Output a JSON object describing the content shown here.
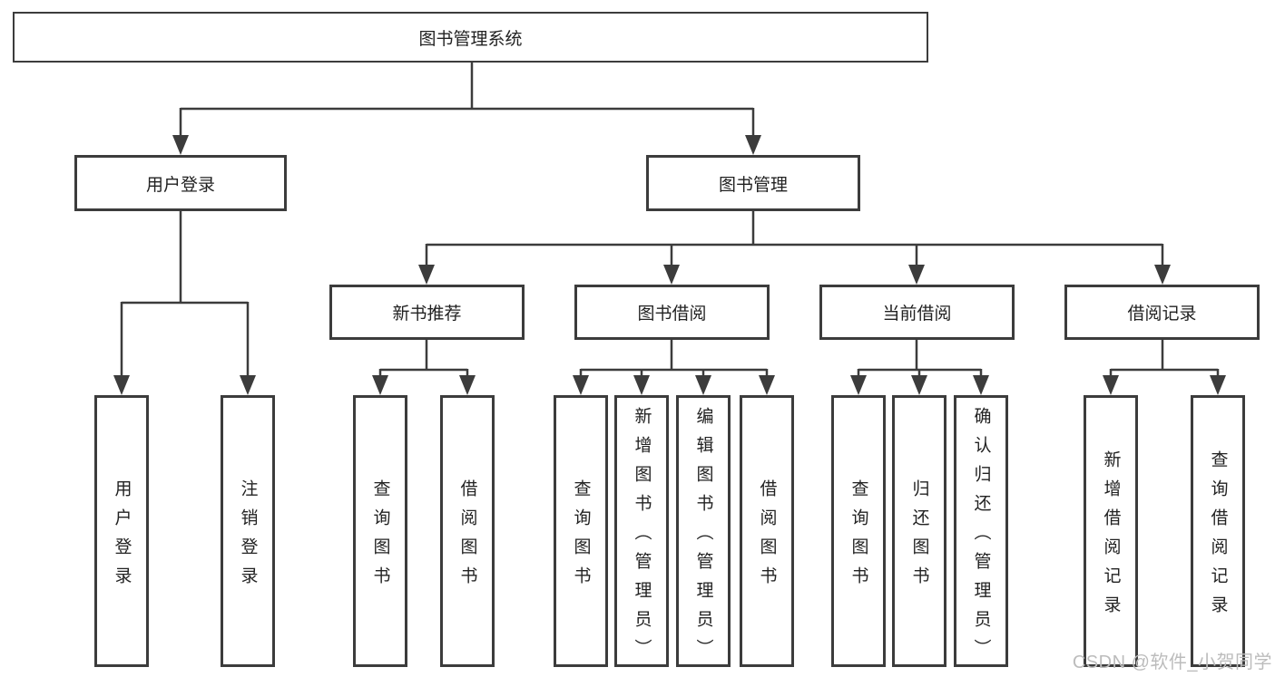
{
  "tree": {
    "root": {
      "label": "图书管理系统"
    },
    "level2": [
      {
        "id": "user-login",
        "label": "用户登录",
        "children": [
          {
            "label": "用户登录"
          },
          {
            "label": "注销登录"
          }
        ]
      },
      {
        "id": "book-management",
        "label": "图书管理",
        "children": [
          {
            "id": "new-book-recommend",
            "label": "新书推荐",
            "children": [
              {
                "label": "查询图书"
              },
              {
                "label": "借阅图书"
              }
            ]
          },
          {
            "id": "book-borrow",
            "label": "图书借阅",
            "children": [
              {
                "label": "查询图书"
              },
              {
                "label": "新增图书（管理员）"
              },
              {
                "label": "编辑图书（管理员）"
              },
              {
                "label": "借阅图书"
              }
            ]
          },
          {
            "id": "current-borrow",
            "label": "当前借阅",
            "children": [
              {
                "label": "查询图书"
              },
              {
                "label": "归还图书"
              },
              {
                "label": "确认归还（管理员）"
              }
            ]
          },
          {
            "id": "borrow-records",
            "label": "借阅记录",
            "children": [
              {
                "label": "新增借阅记录"
              },
              {
                "label": "查询借阅记录"
              }
            ]
          }
        ]
      }
    ]
  },
  "watermark": "CSDN @软件_小贺同学",
  "colors": {
    "line": "#3c3c3c",
    "text": "#222222",
    "watermark": "#bcbcbc",
    "background": "#ffffff"
  }
}
